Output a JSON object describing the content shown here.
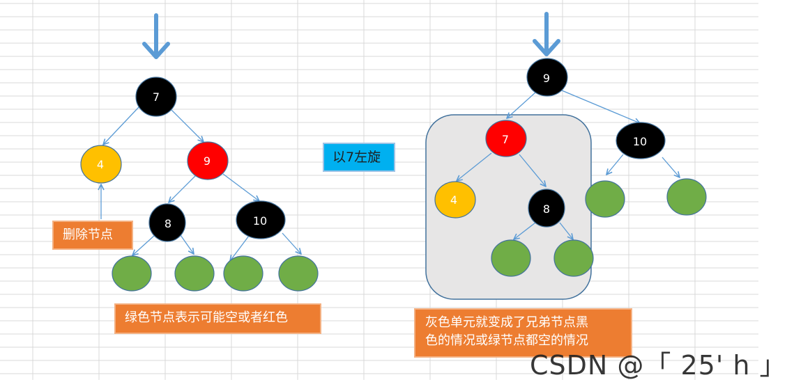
{
  "colors": {
    "black_node": "#000000",
    "red_node": "#ff0000",
    "yellow_node": "#ffc000",
    "green_node": "#70ad47",
    "edge": "#5b9bd5",
    "label_bg": "#ed7d31",
    "highlight_bg": "#00b0f0",
    "group_bg": "#e7e6e6"
  },
  "left_tree": {
    "nodes": [
      "7",
      "4",
      "9",
      "8",
      "10"
    ]
  },
  "right_tree": {
    "nodes": [
      "9",
      "7",
      "10",
      "4",
      "8"
    ]
  },
  "labels": {
    "delete_node": "删除节点",
    "rotate": "以7左旋",
    "green_note": "绿色节点表示可能空或者红色",
    "gray_note_line1": "灰色单元就变成了兄弟节点黑",
    "gray_note_line2": "色的情况或绿节点都空的情况"
  },
  "watermark": "CSDN @「 25' h 」"
}
